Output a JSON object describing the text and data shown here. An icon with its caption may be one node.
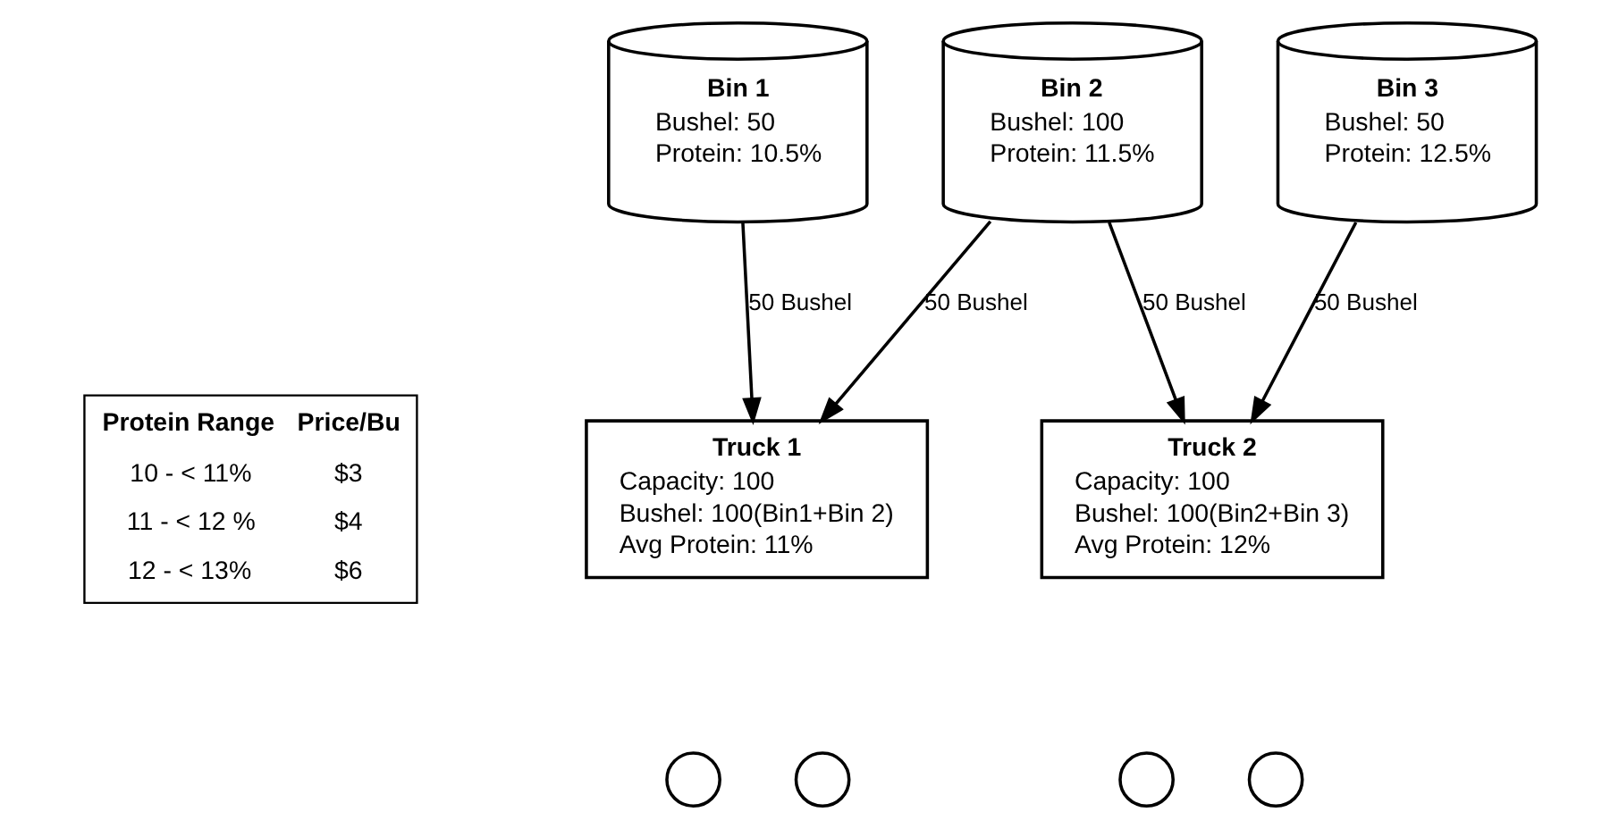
{
  "diagram": {
    "nodes": [
      {
        "text": [
          "Bin 1",
          "Bushel: 50",
          "Protein: 10.5%"
        ]
      },
      {
        "text": [
          "Bin 2",
          "Bushel: 100",
          "Protein: 11.5%"
        ]
      },
      {
        "text": [
          "Bin 3",
          "Bushel: 50",
          "Protein: 12.5%"
        ]
      },
      {
        "text": [
          "Truck 1",
          "Capacity: 100",
          "Bushel: 100(Bin1+Bin 2)",
          "Avg Protein: 11%"
        ]
      },
      {
        "text": [
          "Truck 2",
          "Capacity: 100",
          "Bushel: 100(Bin2+Bin 3)",
          "Avg Protein: 12%"
        ]
      },
      {
        "text": [],
        "shape": "circle"
      },
      {
        "text": [],
        "shape": "circle"
      },
      {
        "text": [],
        "shape": "circle"
      },
      {
        "text": [],
        "shape": "circle"
      }
    ],
    "edges": [
      {
        "from": 0,
        "to": 3,
        "arrow": "to",
        "label": "50 Bushel"
      },
      {
        "from": 1,
        "to": 3,
        "arrow": "to",
        "label": "50 Bushel"
      },
      {
        "from": 1,
        "to": 4,
        "arrow": "to",
        "label": "50 Bushel"
      },
      {
        "from": 2,
        "to": 4,
        "arrow": "to",
        "label": "50 Bushel"
      }
    ],
    "labels": [
      "Protein Range",
      "Price/Bu",
      "10 - < 11%",
      "$3",
      "11 - < 12 %",
      "$4",
      "12 - < 13%",
      "$6"
    ]
  }
}
